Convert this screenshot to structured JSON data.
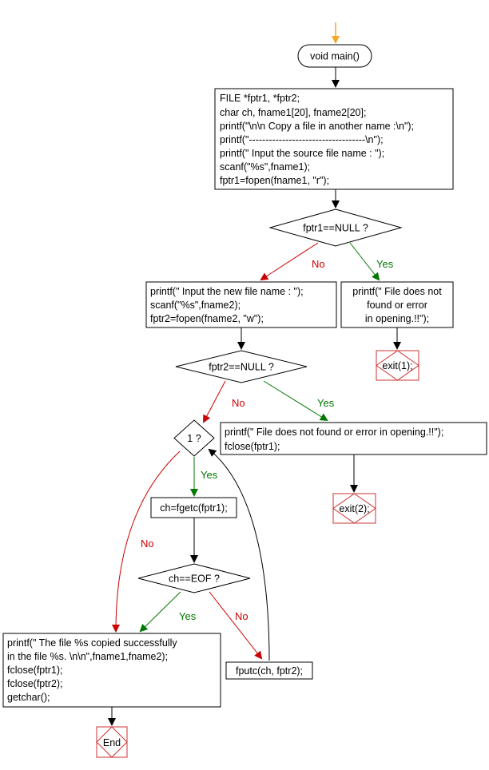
{
  "flowchart": {
    "start": "void main()",
    "block1": [
      "FILE *fptr1, *fptr2;",
      "char ch, fname1[20], fname2[20];",
      "printf(\"\\n\\n Copy a file in another name :\\n\");",
      "printf(\"-----------------------------------\\n\");",
      "printf(\" Input the source file name : \");",
      "scanf(\"%s\",fname1);",
      "fptr1=fopen(fname1, \"r\");"
    ],
    "decision1": "fptr1==NULL ?",
    "block_new_file": [
      "printf(\" Input the new file name : \");",
      "scanf(\"%s\",fname2);",
      "fptr2=fopen(fname2, \"w\");"
    ],
    "block_error1": [
      "printf(\" File does not",
      "found or error",
      "in opening.!!\");"
    ],
    "exit1": "exit(1);",
    "decision2": "fptr2==NULL ?",
    "block_error2": [
      "printf(\" File does not found or error in opening.!!\");",
      "fclose(fptr1);"
    ],
    "exit2": "exit(2);",
    "decision_loop": "1 ?",
    "block_getc": "ch=fgetc(fptr1);",
    "decision_eof": "ch==EOF ?",
    "block_putc": "fputc(ch, fptr2);",
    "block_done": [
      "printf(\" The file %s  copied successfully",
      "in the file %s. \\n\\n\",fname1,fname2);",
      "fclose(fptr1);",
      "fclose(fptr2);",
      "getchar();"
    ],
    "end": "End",
    "labels": {
      "yes": "Yes",
      "no": "No"
    }
  },
  "colors": {
    "line": "#000000",
    "no": "#cc0000",
    "yes": "#007700",
    "start_arrow": "#f5a623",
    "terminal_border": "#cc3333"
  }
}
